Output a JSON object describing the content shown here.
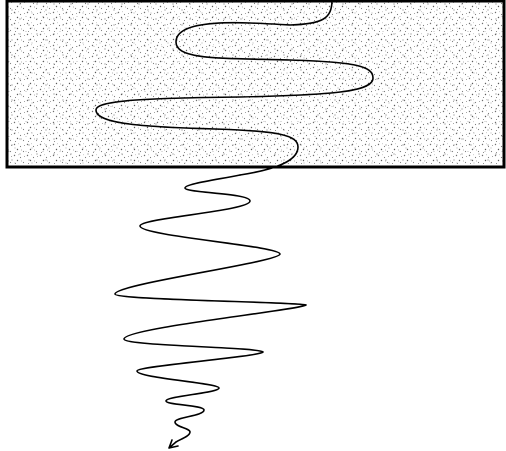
{
  "figure": {
    "kind": "line-drawing",
    "elements": [
      "stippled-block",
      "meandering-path-inside-block",
      "oscillating-wave-below-block",
      "arrowhead"
    ],
    "colors": {
      "stroke": "#000000",
      "stipple": "#5a5a5a",
      "background": "#ffffff"
    }
  }
}
